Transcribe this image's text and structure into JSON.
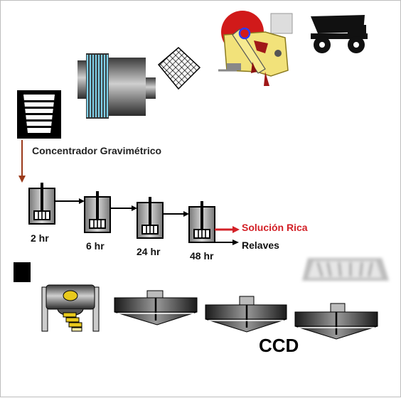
{
  "labels": {
    "concentrator": "Concentrador Gravimétrico",
    "tanks": [
      "2 hr",
      "6 hr",
      "24 hr",
      "48 hr"
    ],
    "rich_solution": "Solución Rica",
    "tailings": "Relaves",
    "ccd": "CCD"
  },
  "colors": {
    "rich_solution": "#d32027",
    "flow_arrow_brown": "#9b3a1a",
    "crusher_yellow": "#f2e27a",
    "crusher_red": "#d11a1a",
    "gold": "#e8c91c"
  },
  "icons": [
    "haul-truck-icon",
    "jaw-crusher-icon",
    "screen-mesh-icon",
    "ball-mill-icon",
    "gravity-concentrator-icon",
    "leach-tank-icon",
    "filter-press-icon",
    "thickener-icon",
    "smelting-furnace-icon",
    "blurred-tray-icon"
  ]
}
